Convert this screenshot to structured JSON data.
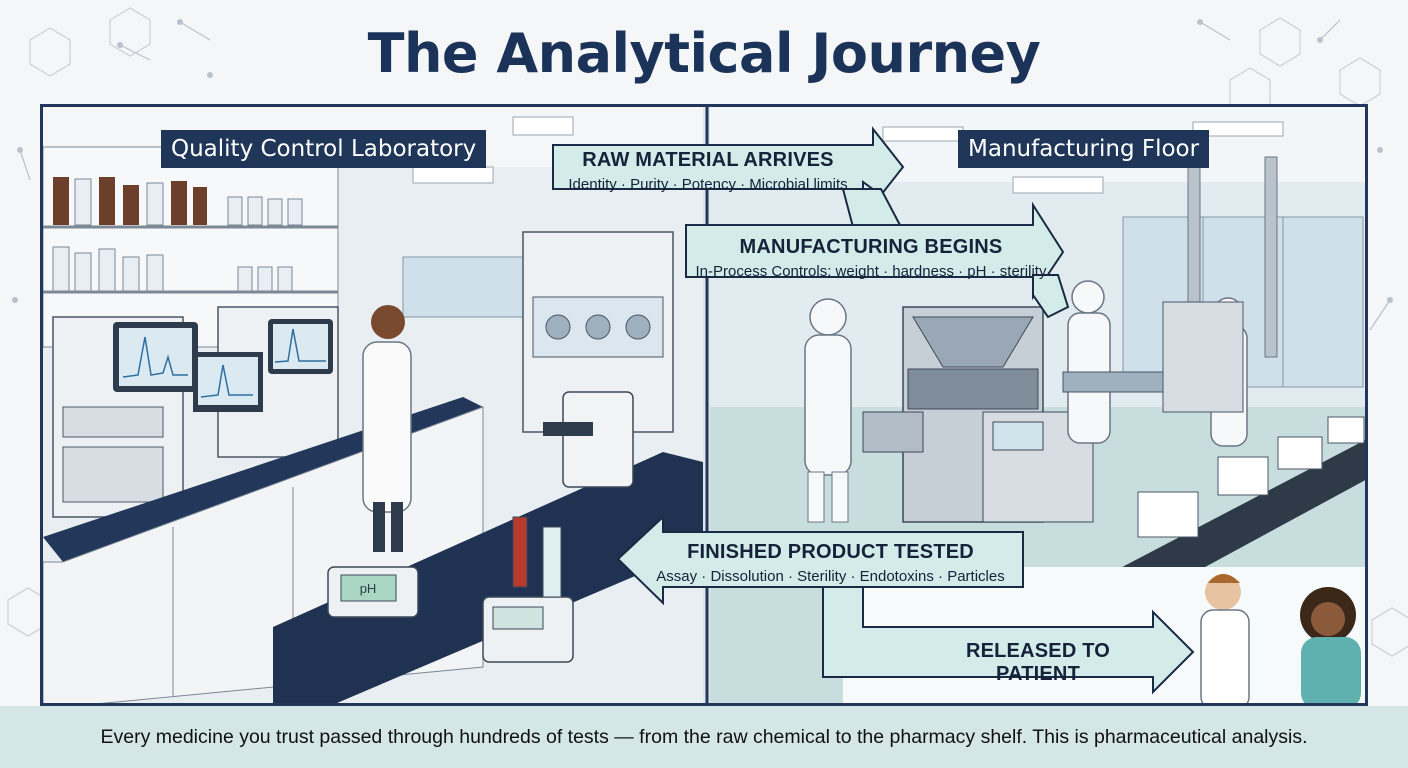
{
  "title": "The Analytical Journey",
  "panels": {
    "left_label": "Quality Control Laboratory",
    "right_label": "Manufacturing Floor"
  },
  "steps": [
    {
      "title": "RAW MATERIAL ARRIVES",
      "subtitle": "Identity · Purity · Potency · Microbial limits"
    },
    {
      "title": "MANUFACTURING BEGINS",
      "subtitle": "In-Process Controls: weight · hardness · pH · sterility"
    },
    {
      "title": "FINISHED PRODUCT TESTED",
      "subtitle": "Assay · Dissolution · Sterility · Endotoxins · Particles"
    },
    {
      "title": "RELEASED TO PATIENT",
      "subtitle": ""
    }
  ],
  "scene": {
    "ph_meter_label": "pH"
  },
  "footer": "Every medicine you trust passed through hundreds of tests — from the raw chemical to the pharmacy shelf. This is pharmaceutical analysis.",
  "colors": {
    "title": "#1b3358",
    "label_bg": "#1f3659",
    "arrow_fill": "#d3ece9",
    "arrow_stroke": "#1b2a44",
    "footer_bg": "#d4e6e6"
  }
}
